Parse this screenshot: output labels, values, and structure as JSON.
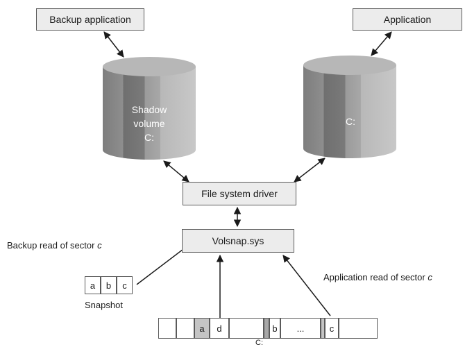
{
  "boxes": {
    "backup_application": "Backup application",
    "application": "Application",
    "file_system_driver": "File system driver",
    "volsnap": "Volsnap.sys"
  },
  "cylinders": {
    "shadow": [
      "Shadow",
      "volume",
      "C:"
    ],
    "live": "C:"
  },
  "labels": {
    "backup_read": "Backup read of sector ",
    "application_read": "Application read of sector ",
    "sector_var": "c",
    "snapshot": "Snapshot",
    "disk": "C:"
  },
  "snapshot_cells": [
    "a",
    "b",
    "c"
  ],
  "disk_cells": [
    "",
    "",
    "a",
    "d",
    "",
    "",
    "b",
    "...",
    "",
    "c",
    ""
  ]
}
